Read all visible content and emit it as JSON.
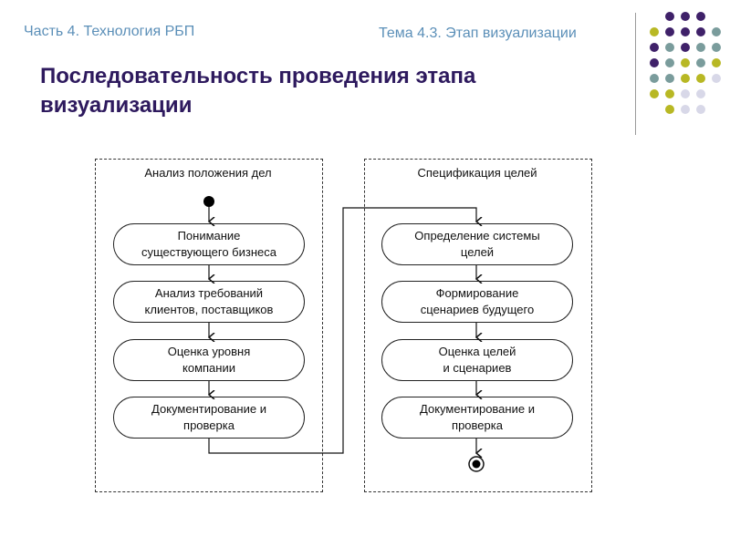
{
  "header": {
    "section": "Часть 4. Технология РБП",
    "topic": "Тема 4.3. Этап визуализации"
  },
  "slide": {
    "title": "Последовательность проведения этапа визуализации"
  },
  "colors": {
    "purple": "#3f2169",
    "teal": "#7a9c9c",
    "olive": "#b8b824",
    "lavender": "#d8d8e8",
    "title": "#2e1a5e",
    "header_text": "#5b8fb8"
  },
  "diagram": {
    "left": {
      "title": "Анализ положения дел",
      "steps": [
        "Понимание\nсуществующего бизнеса",
        "Анализ требований\nклиентов, поставщиков",
        "Оценка уровня\nкомпании",
        "Документирование и\nпроверка"
      ]
    },
    "right": {
      "title": "Спецификация целей",
      "steps": [
        "Определение системы\nцелей",
        "Формирование\nсценариев будущего",
        "Оценка целей\nи сценариев",
        "Документирование и\nпроверка"
      ]
    }
  }
}
